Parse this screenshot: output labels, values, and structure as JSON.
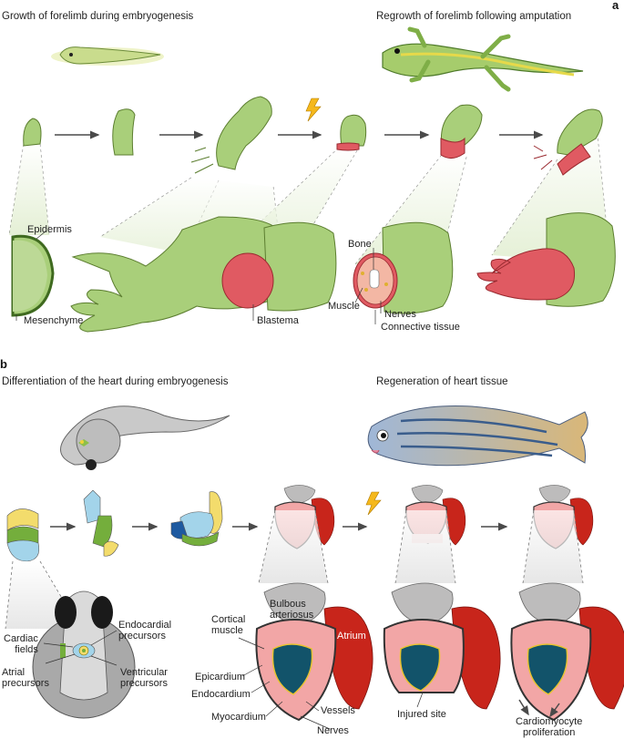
{
  "panel_a": {
    "letter": "a",
    "left_title": "Growth of forelimb during embryogenesis",
    "right_title": "Regrowth of forelimb following amputation",
    "labels": {
      "epidermis": "Epidermis",
      "mesenchyme": "Mesenchyme",
      "blastema": "Blastema",
      "bone": "Bone",
      "muscle": "Muscle",
      "nerves": "Nerves",
      "connective_tissue": "Connective tissue"
    }
  },
  "panel_b": {
    "letter": "b",
    "left_title": "Differentiation of the heart during embryogenesis",
    "right_title": "Regeneration of heart tissue",
    "labels": {
      "cardiac_fields": "Cardiac\nfields",
      "endocardial_precursors": "Endocardial\nprecursors",
      "atrial_precursors": "Atrial\nprecursors",
      "ventricular_precursors": "Ventricular\nprecursors",
      "cortical_muscle": "Cortical\nmuscle",
      "bulbous_arteriosus": "Bulbous\narteriosus",
      "atrium": "Atrium",
      "epicardium": "Epicardium",
      "endocardium": "Endocardium",
      "myocardium": "Myocardium",
      "vessels": "Vessels",
      "nerves": "Nerves",
      "injured_site": "Injured site",
      "cardiomyocyte_proliferation": "Cardiomyocyte\nproliferation"
    }
  },
  "colors": {
    "limb_green": "#a9cf7a",
    "blastema_red": "#e05a62",
    "heart_pink": "#f2a6a6",
    "atrium_red": "#c8251b",
    "bulbus_grey": "#bdbcbc",
    "ventricle_core": "#12536a",
    "lightning": "#f5b81c"
  }
}
